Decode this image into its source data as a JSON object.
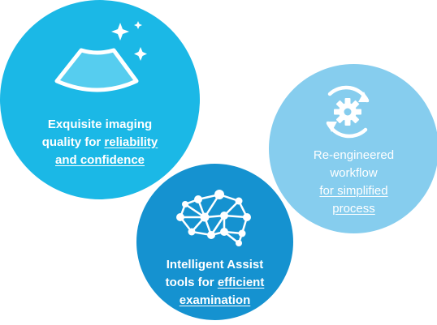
{
  "circles": [
    {
      "id": "imaging",
      "line1": "Exquisite imaging",
      "line2_plain": "quality for ",
      "line2_link": "reliability",
      "line3_link": "and confidence",
      "icon": "ultrasound-probe-sparkle-icon",
      "color": "#1bb8e6"
    },
    {
      "id": "workflow",
      "line1": "Re-engineered",
      "line2": "workflow",
      "line3_link": "for simplified",
      "line4_link": "process",
      "icon": "gear-cycle-icon",
      "color": "#86cdee"
    },
    {
      "id": "assist",
      "line1": "Intelligent Assist",
      "line2_plain": "tools for ",
      "line2_link": "efficient",
      "line3_link": "examination",
      "icon": "neural-brain-icon",
      "color": "#1592d0"
    }
  ]
}
